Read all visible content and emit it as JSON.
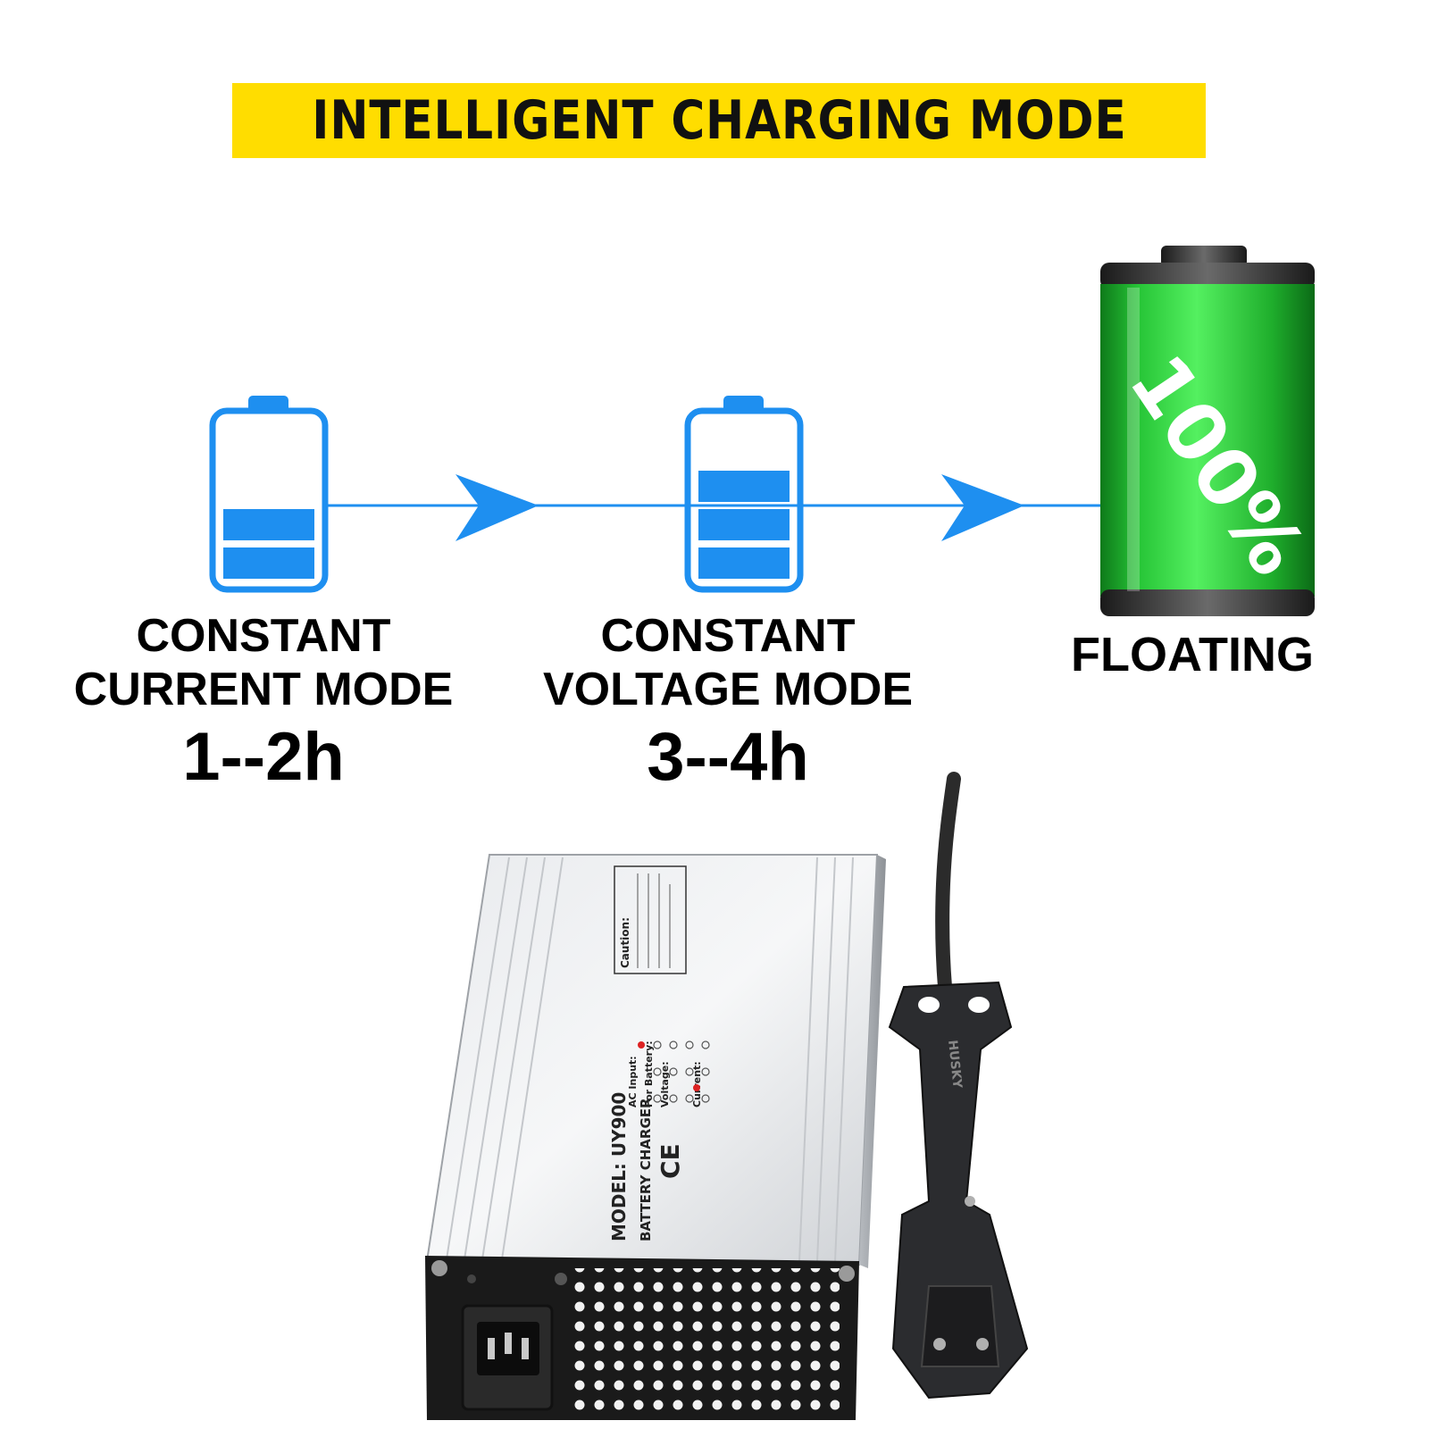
{
  "banner": {
    "title": "INTELLIGENT CHARGING MODE",
    "background": "#ffdd00"
  },
  "stages": [
    {
      "name_line1": "CONSTANT",
      "name_line2": "CURRENT MODE",
      "duration": "1--2h",
      "filled_bars": 2,
      "total_bars": 4
    },
    {
      "name_line1": "CONSTANT",
      "name_line2": "VOLTAGE MODE",
      "duration": "3--4h",
      "filled_bars": 3,
      "total_bars": 4
    },
    {
      "name_line1": "FLOATING",
      "level_text": "100%"
    }
  ],
  "colors": {
    "flow_blue": "#1e8ff0",
    "battery_green": "#22c730",
    "banner_yellow": "#ffdd00"
  },
  "product": {
    "model": "MODEL: UY900",
    "type": "BATTERY CHARGER",
    "caution_title": "Caution:",
    "ac_input": "AC Input:",
    "for_battery": "For Battery:",
    "voltage": "Voltage:",
    "current": "Current:",
    "ce_mark": "CE",
    "connector_brand": "HUSKY"
  }
}
